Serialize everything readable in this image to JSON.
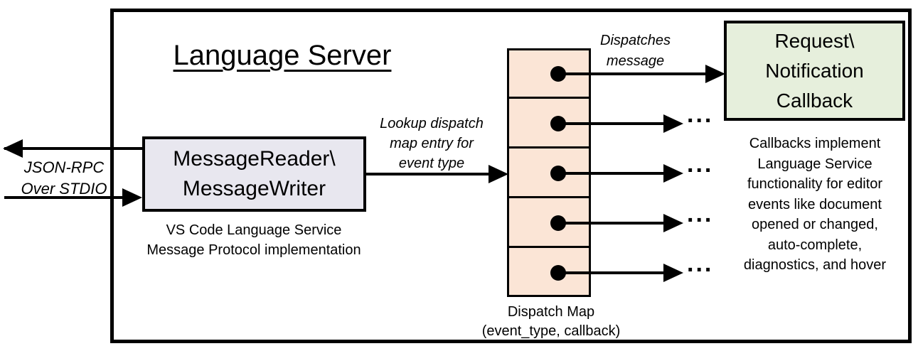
{
  "diagram": {
    "title": "Language Server",
    "stdio_label": {
      "line1": "JSON-RPC",
      "line2": "Over STDIO"
    },
    "message_box": {
      "line1": "MessageReader\\",
      "line2": "MessageWriter"
    },
    "message_box_caption": {
      "line1": "VS Code Language Service",
      "line2": "Message Protocol implementation"
    },
    "lookup_label": {
      "line1": "Lookup dispatch",
      "line2": "map entry for",
      "line3": "event type"
    },
    "dispatches_label": {
      "line1": "Dispatches",
      "line2": "message"
    },
    "callback_box": {
      "line1": "Request\\",
      "line2": "Notification",
      "line3": "Callback"
    },
    "callbacks_note": "Callbacks implement\nLanguage Service\nfunctionality for editor\nevents like document\nopened or changed,\nauto-complete,\ndiagnostics, and hover",
    "dispatch_map_caption": {
      "line1": "Dispatch Map",
      "line2": "(event_type, callback)"
    },
    "ellipsis": "...",
    "colors": {
      "message_box_fill": "#e8e7ef",
      "dispatch_map_fill": "#fbe5d6",
      "callback_box_fill": "#e6efdc",
      "line": "#000000"
    }
  }
}
